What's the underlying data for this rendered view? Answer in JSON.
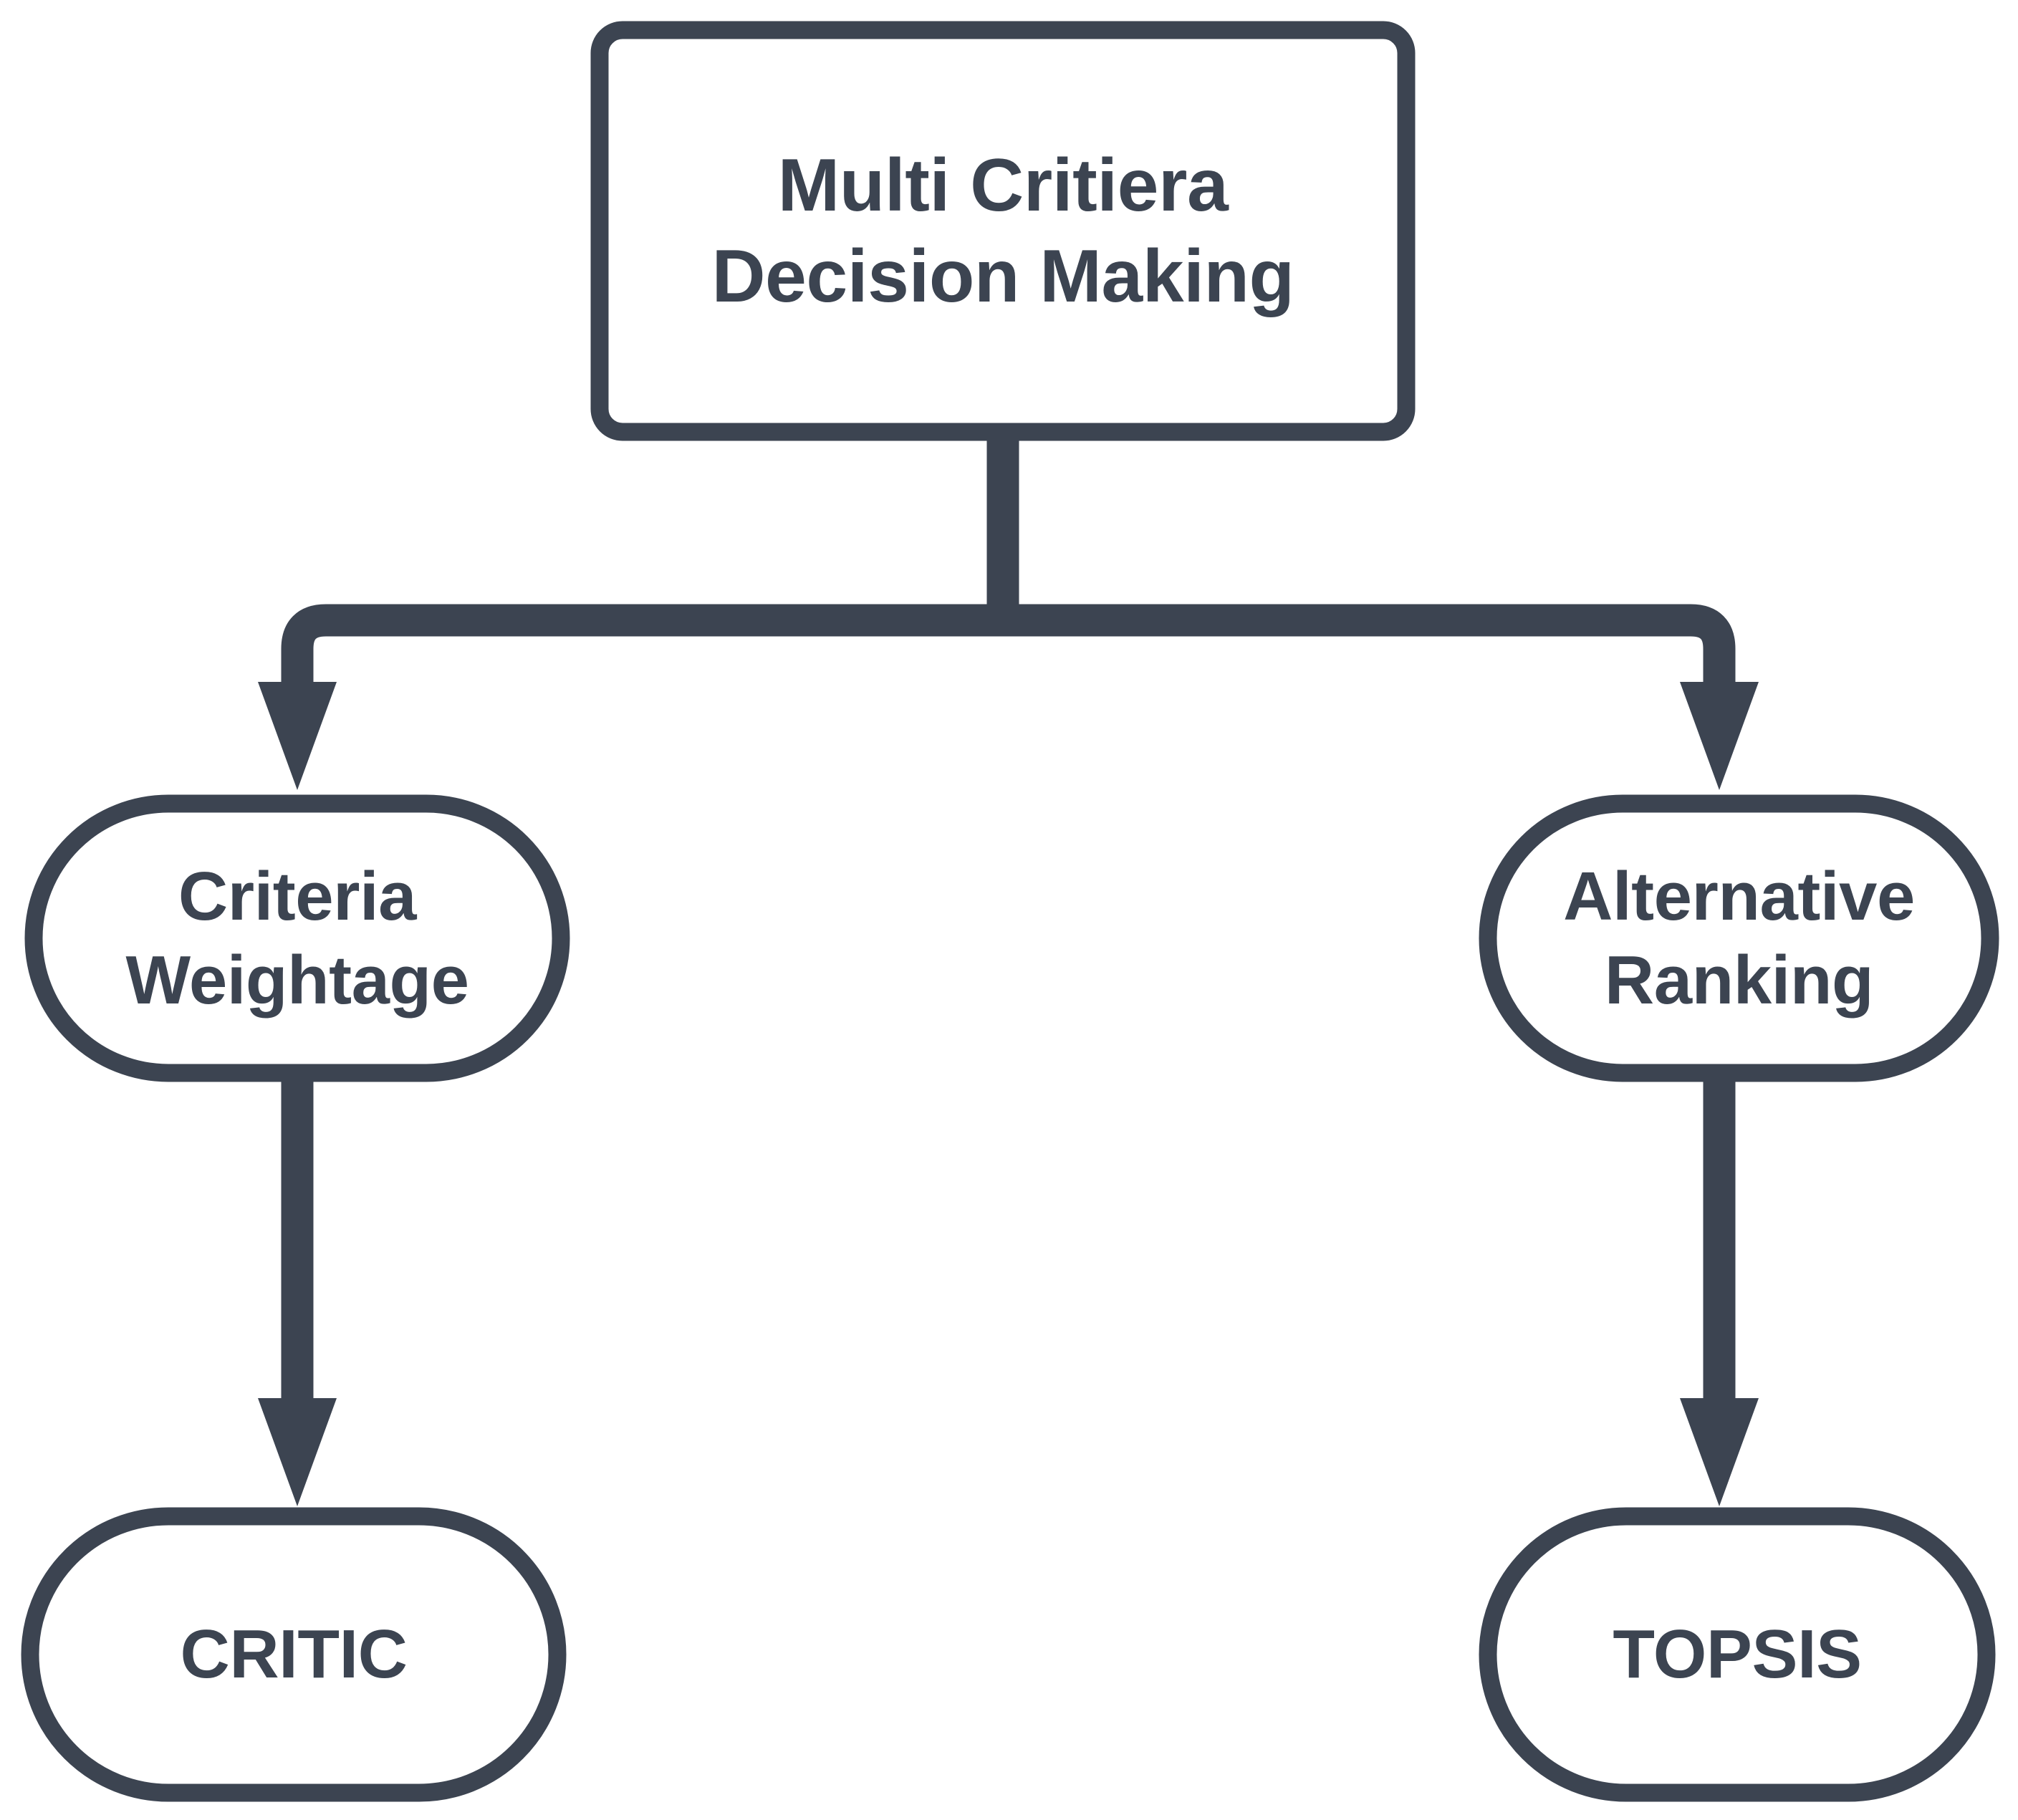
{
  "diagram": {
    "title_node": {
      "id": "mcdm-root",
      "label": "Multi Critiera\nDecision Making",
      "shape": "rectangle"
    },
    "nodes": [
      {
        "id": "criteria-weightage",
        "label": "Criteria\nWeightage",
        "shape": "stadium",
        "column": "left",
        "row": "middle"
      },
      {
        "id": "alternative-ranking",
        "label": "Alternative\nRanking",
        "shape": "stadium",
        "column": "right",
        "row": "middle"
      },
      {
        "id": "critic",
        "label": "CRITIC",
        "shape": "stadium",
        "column": "left",
        "row": "bottom"
      },
      {
        "id": "topsis",
        "label": "TOPSIS",
        "shape": "stadium",
        "column": "right",
        "row": "bottom"
      }
    ],
    "edges": [
      {
        "from": "mcdm-root",
        "to": "criteria-weightage",
        "style": "elbow-arrow",
        "direction": "down-left"
      },
      {
        "from": "mcdm-root",
        "to": "alternative-ranking",
        "style": "elbow-arrow",
        "direction": "down-right"
      },
      {
        "from": "criteria-weightage",
        "to": "critic",
        "style": "straight-arrow",
        "direction": "down"
      },
      {
        "from": "alternative-ranking",
        "to": "topsis",
        "style": "straight-arrow",
        "direction": "down"
      }
    ],
    "colors": {
      "stroke": "#3c4451",
      "background": "#ffffff",
      "node_fill": "#ffffff",
      "text": "#3c4451"
    }
  }
}
